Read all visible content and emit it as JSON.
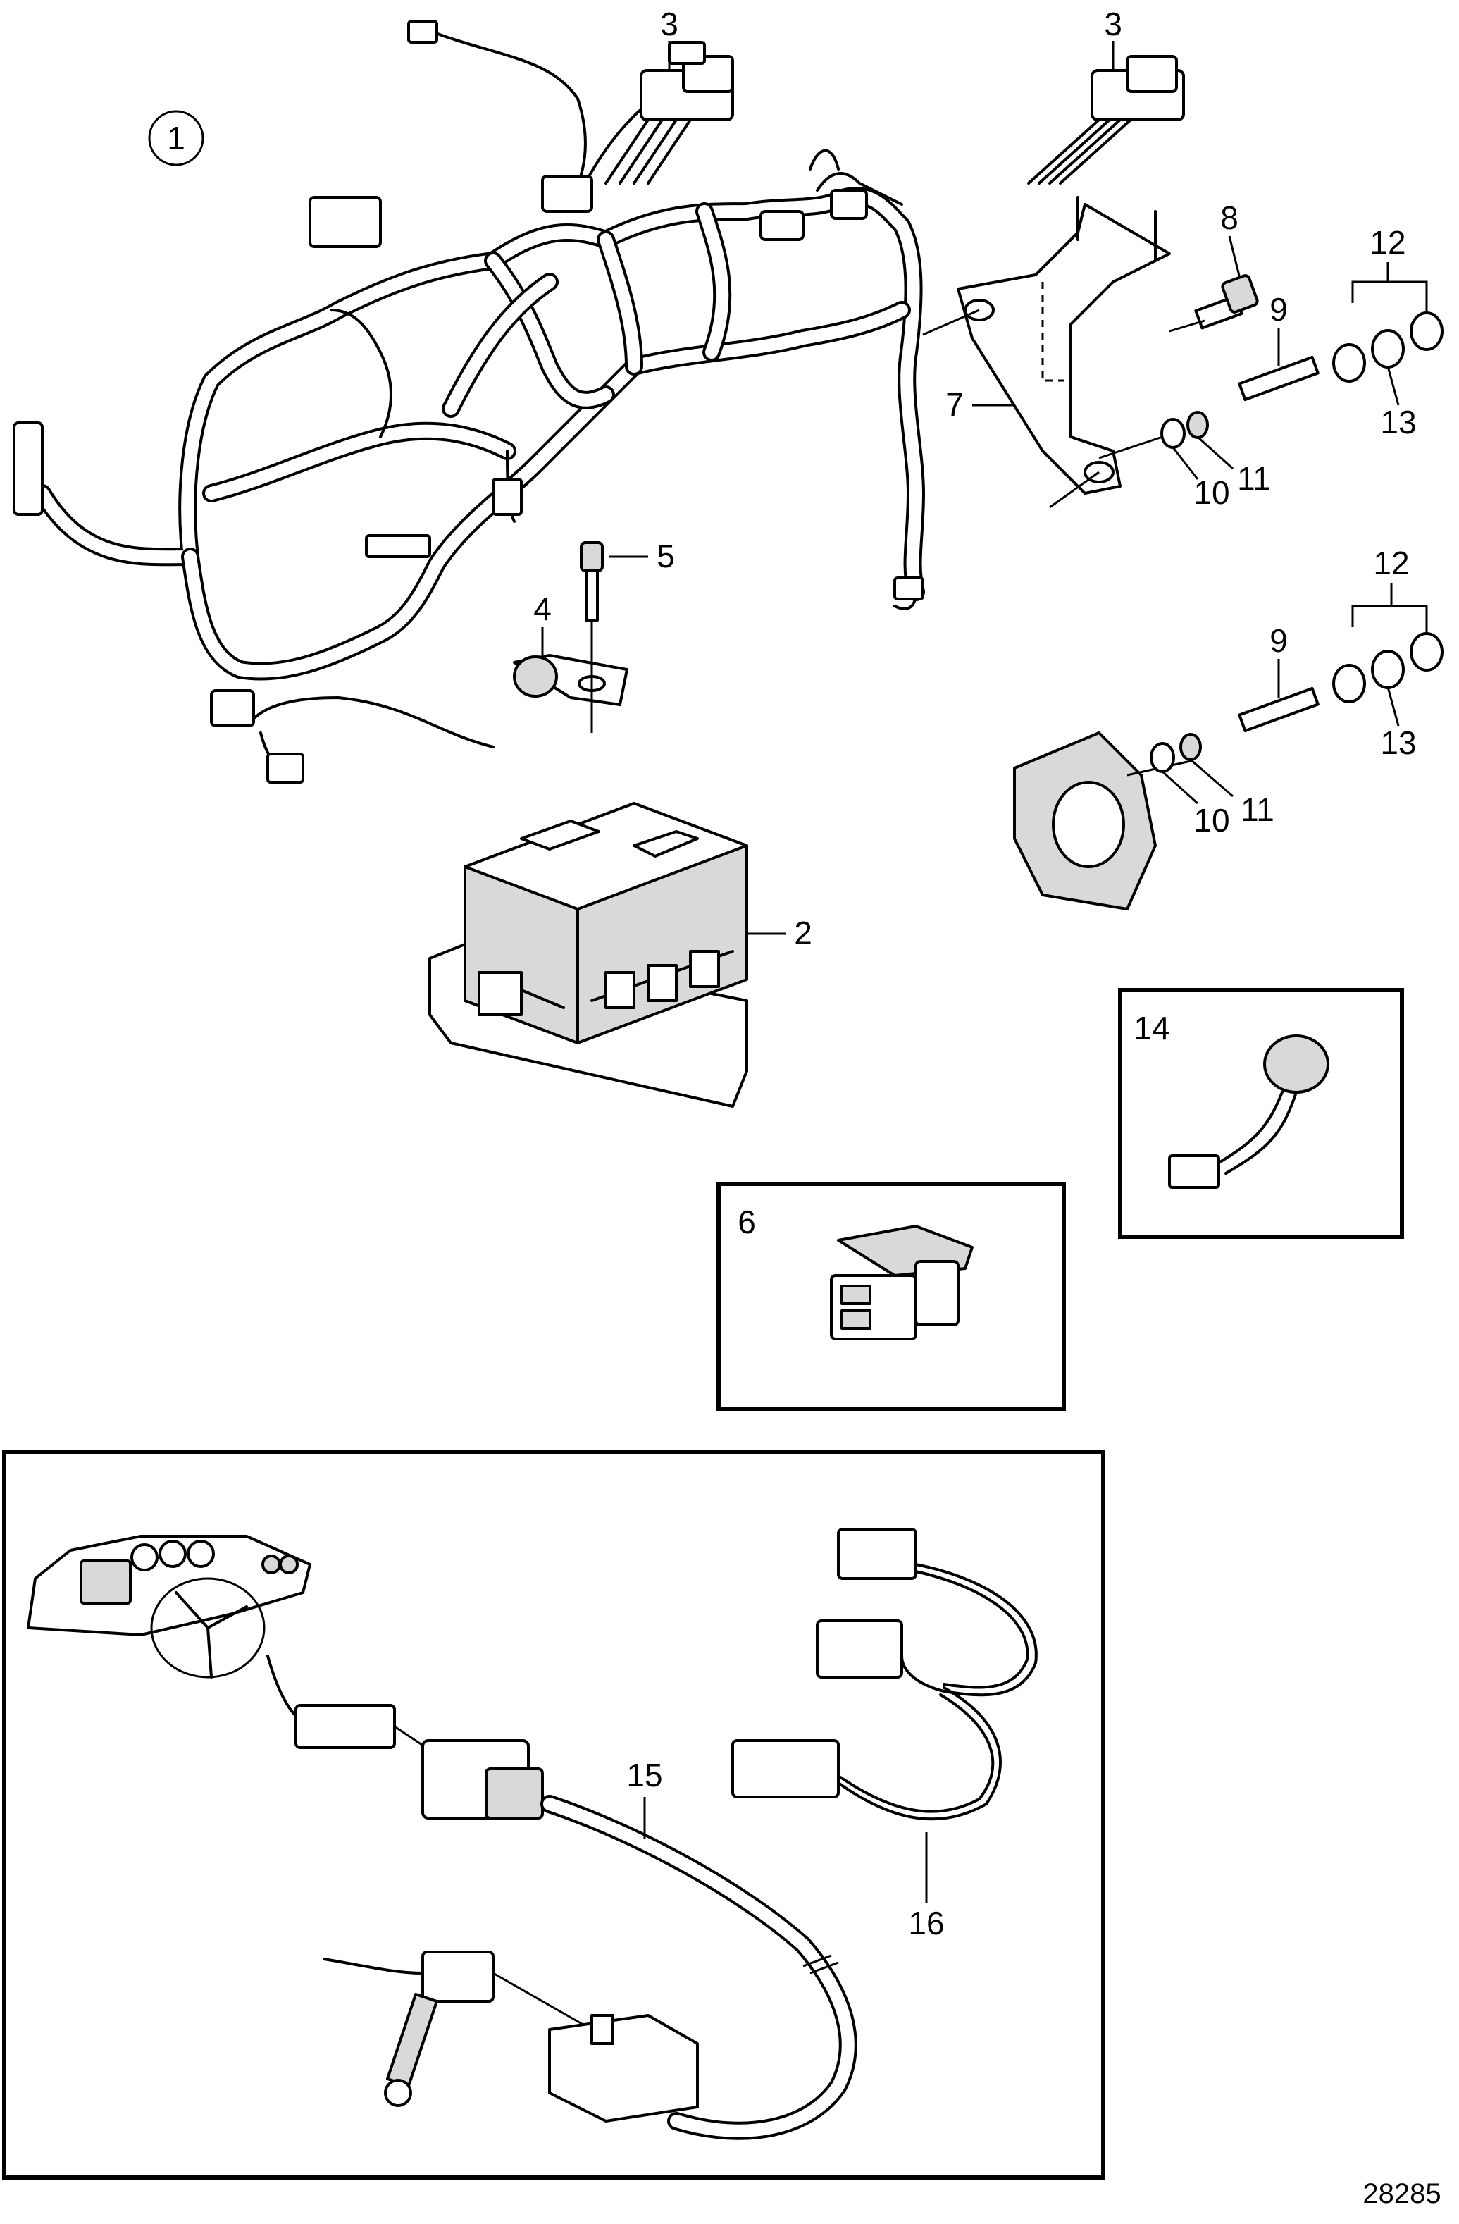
{
  "diagram": {
    "figure_number": "28285",
    "main_assembly_number": "1",
    "callouts": {
      "c2": "2",
      "c3a": "3",
      "c3b": "3",
      "c4": "4",
      "c5": "5",
      "c6": "6",
      "c7": "7",
      "c8": "8",
      "c9a": "9",
      "c9b": "9",
      "c10a": "10",
      "c10b": "10",
      "c11a": "11",
      "c11b": "11",
      "c12a": "12",
      "c12b": "12",
      "c13a": "13",
      "c13b": "13",
      "c14": "14",
      "c15": "15",
      "c16": "16"
    }
  }
}
